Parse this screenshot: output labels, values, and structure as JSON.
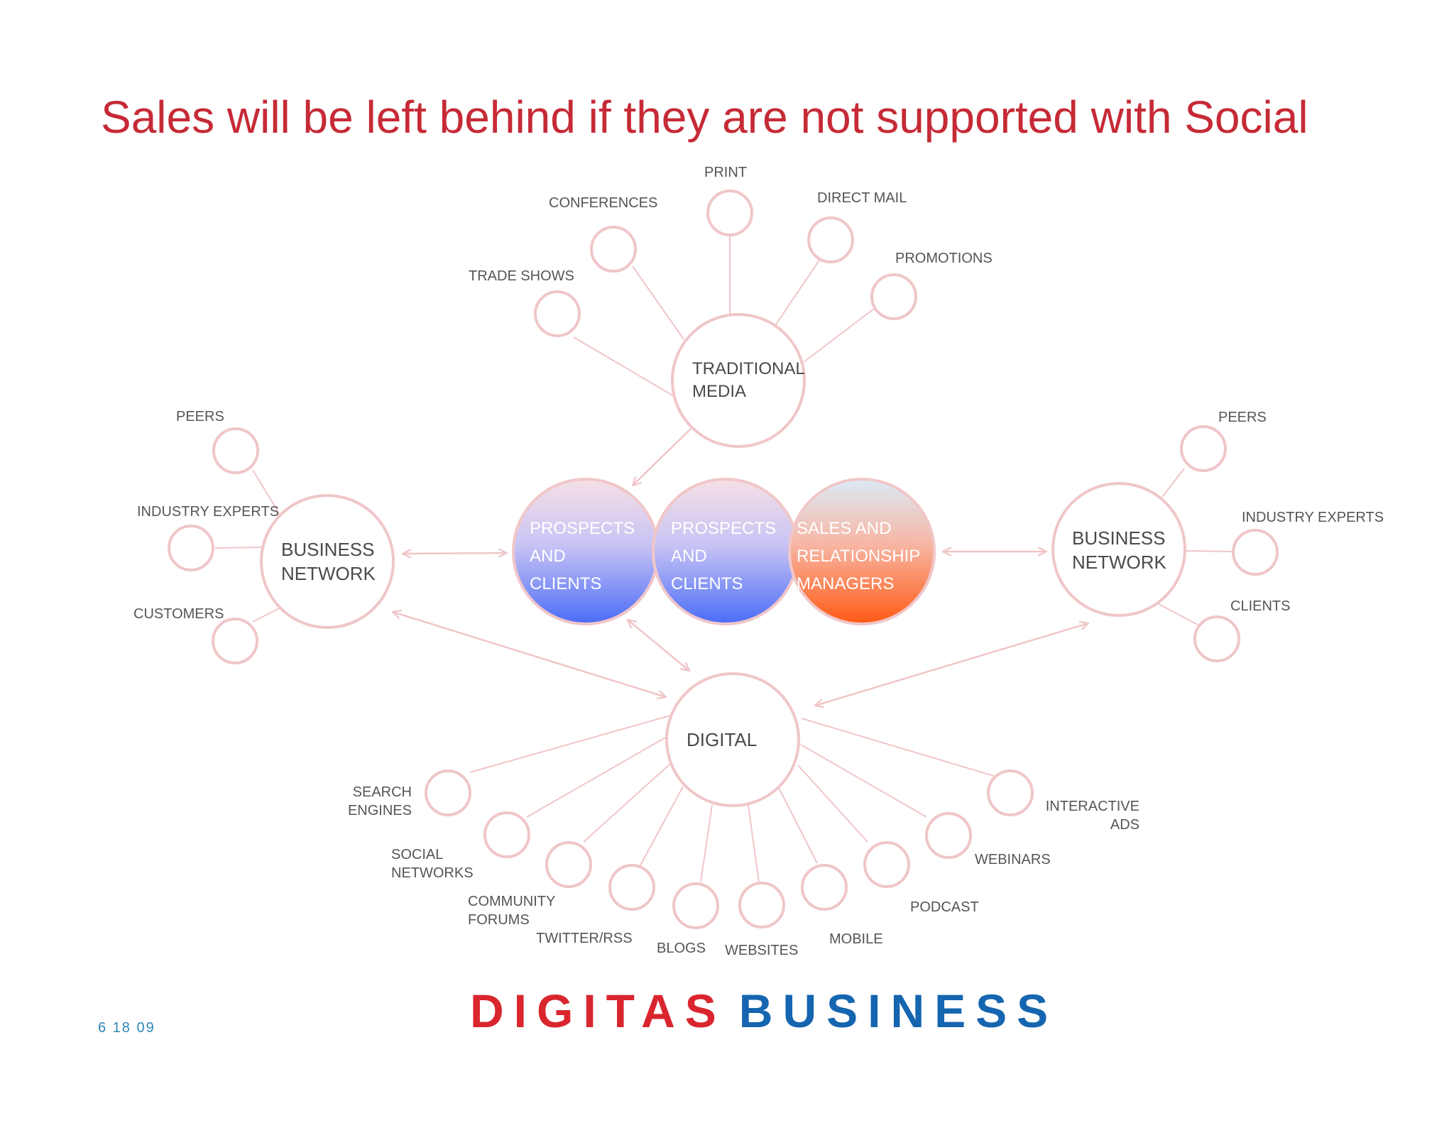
{
  "title": "Sales will be left behind if they are not supported with Social",
  "page_number": "6 18 09",
  "logo": {
    "part1": "DIGITAS",
    "part2": "BUSINESS"
  },
  "hubs": {
    "traditional": [
      "TRADITIONAL",
      "MEDIA"
    ],
    "digital": [
      "DIGITAL"
    ],
    "business_left": [
      "BUSINESS",
      "NETWORK"
    ],
    "business_right": [
      "BUSINESS",
      "NETWORK"
    ]
  },
  "center": {
    "prospects_1": [
      "PROSPECTS",
      "AND",
      "CLIENTS"
    ],
    "prospects_2": [
      "PROSPECTS",
      "AND",
      "CLIENTS"
    ],
    "sales": [
      "SALES AND",
      "RELATIONSHIP",
      "MANAGERS"
    ]
  },
  "satellites": {
    "conferences": [
      "CONFERENCES"
    ],
    "print": [
      "PRINT"
    ],
    "direct_mail": [
      "DIRECT MAIL"
    ],
    "trade_shows": [
      "TRADE SHOWS"
    ],
    "promotions": [
      "PROMOTIONS"
    ],
    "peers_left": [
      "PEERS"
    ],
    "industry_experts_left": [
      "INDUSTRY EXPERTS"
    ],
    "customers": [
      "CUSTOMERS"
    ],
    "peers_right": [
      "PEERS"
    ],
    "industry_experts_right": [
      "INDUSTRY EXPERTS"
    ],
    "clients": [
      "CLIENTS"
    ],
    "search_engines": [
      "SEARCH",
      "ENGINES"
    ],
    "social_networks": [
      "SOCIAL",
      "NETWORKS"
    ],
    "community_forums": [
      "COMMUNITY",
      "FORUMS"
    ],
    "twitter_rss": [
      "TWITTER/RSS"
    ],
    "blogs": [
      "BLOGS"
    ],
    "websites": [
      "WEBSITES"
    ],
    "mobile": [
      "MOBILE"
    ],
    "podcast": [
      "PODCAST"
    ],
    "webinars": [
      "WEBINARS"
    ],
    "interactive_ads": [
      "INTERACTIVE",
      "ADS"
    ]
  },
  "colors": {
    "title": "#c62a36",
    "line": "#f0c6c8",
    "text": "#555555",
    "blue_gradient_bottom": "#4a6cf7",
    "orange_gradient_bottom": "#ff5a14",
    "logo_red": "#d9262e",
    "logo_blue": "#1565b0"
  }
}
